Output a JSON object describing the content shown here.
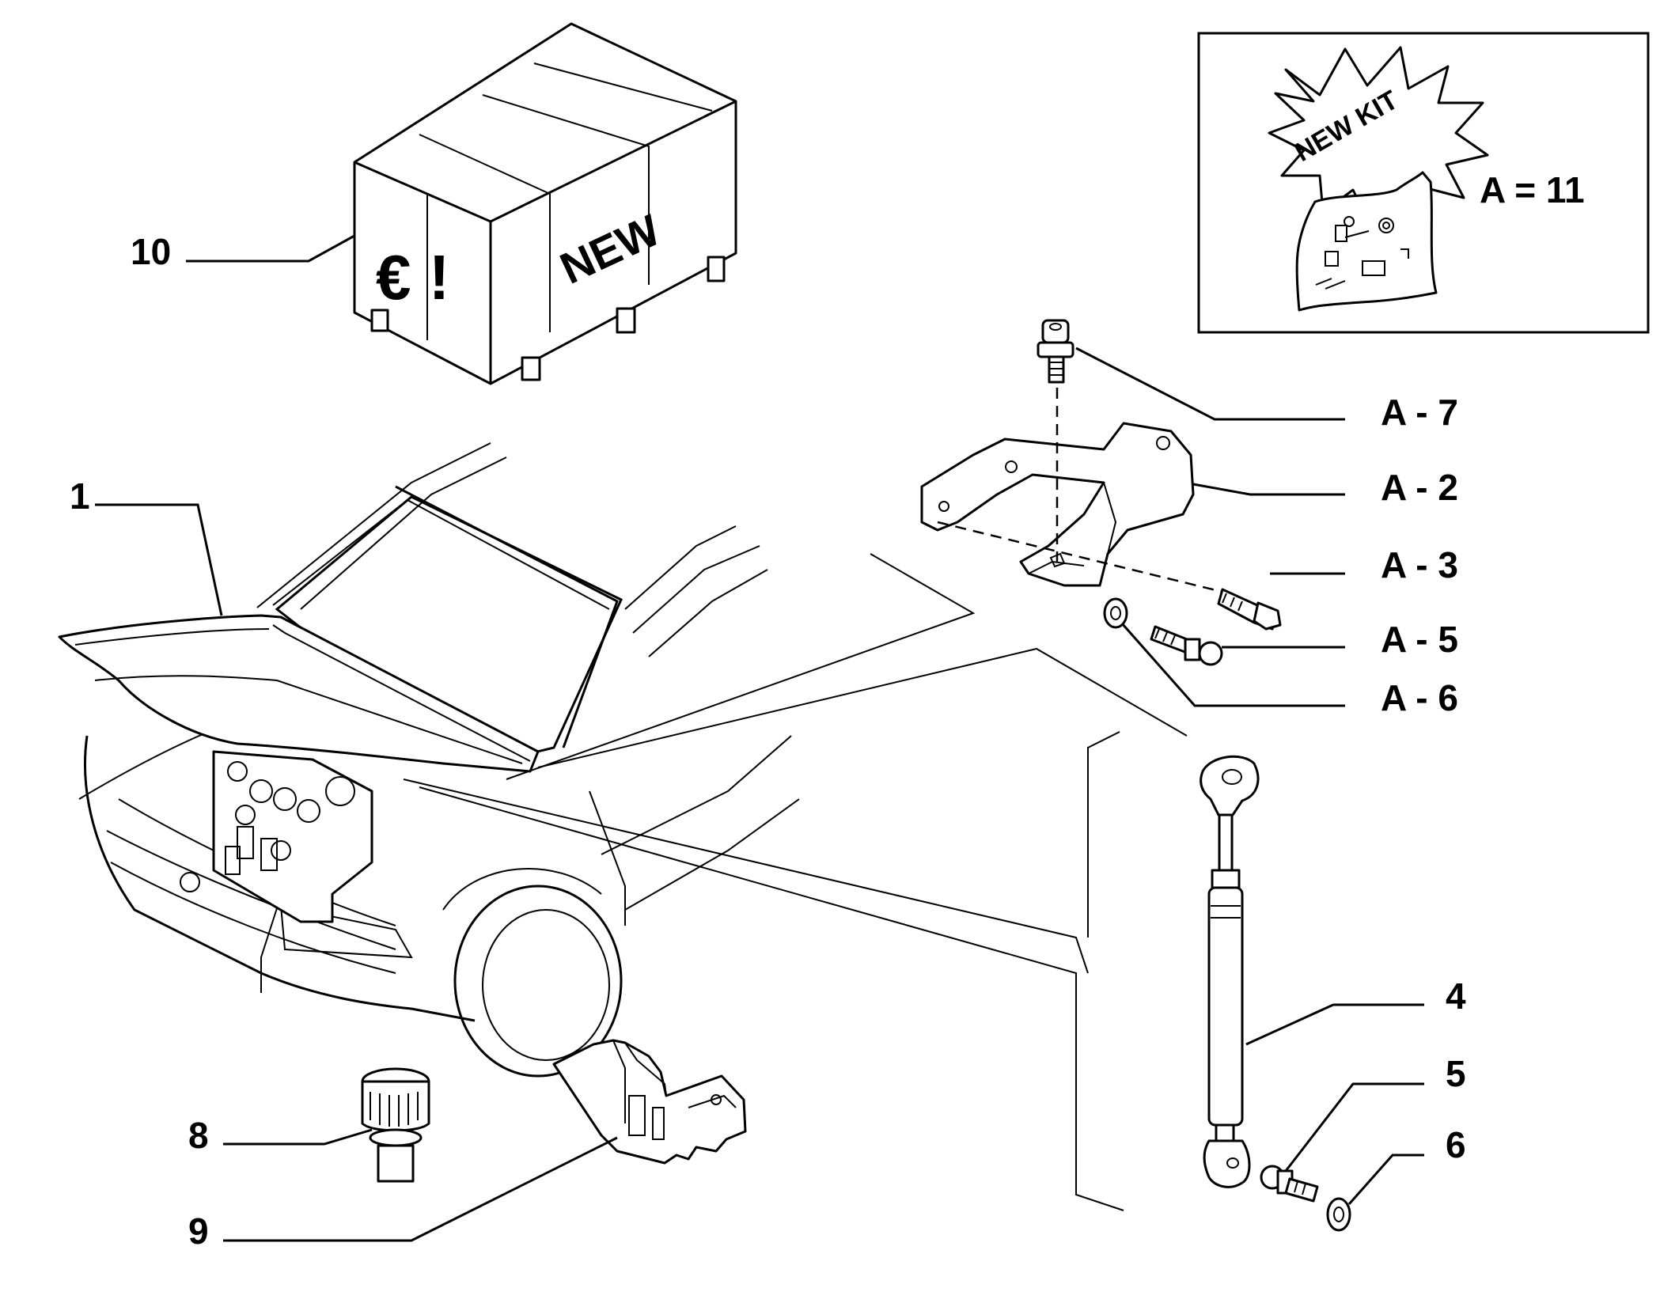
{
  "callouts": {
    "c1": "1",
    "c4": "4",
    "c5": "5",
    "c6": "6",
    "c8": "8",
    "c9": "9",
    "c10": "10",
    "a7": "A - 7",
    "a2": "A - 2",
    "a3": "A - 3",
    "a5": "A - 5",
    "a6": "A - 6"
  },
  "crate": {
    "text_new": "NEW",
    "text_euro": "€ !"
  },
  "kit_box": {
    "starburst_text": "NEW KIT",
    "equation": "A = 11"
  }
}
